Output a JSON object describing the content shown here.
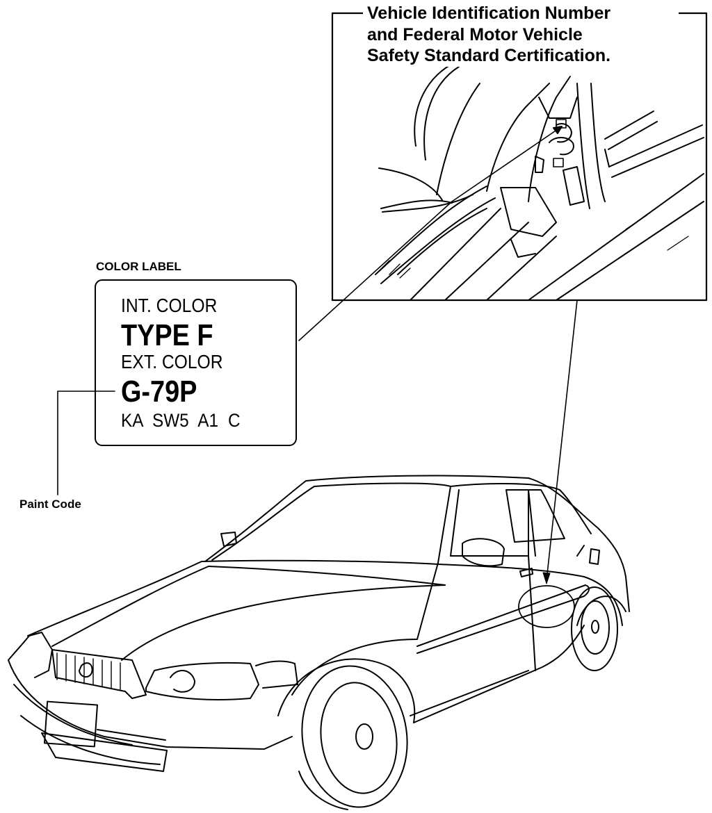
{
  "vin_callout": {
    "lines": [
      "Vehicle Identification Number",
      "and Federal Motor Vehicle",
      "Safety Standard Certification."
    ]
  },
  "color_label": {
    "heading": "COLOR LABEL",
    "int_color_caption": "INT. COLOR",
    "int_color_value": "TYPE F",
    "ext_color_caption": "EXT. COLOR",
    "paint_code_value": "G-79P",
    "extra_codes": "KA SW5 A1 C"
  },
  "paint_code_callout": "Paint Code",
  "illustrations": [
    "door-jamb-detail",
    "sedan-outline"
  ]
}
